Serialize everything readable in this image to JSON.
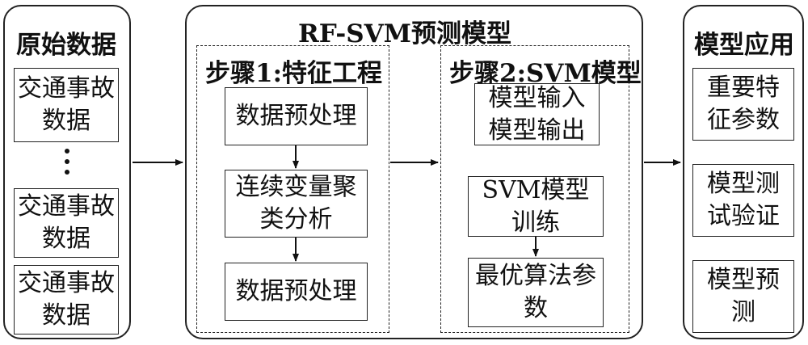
{
  "left": {
    "title": "原始数据",
    "items": [
      "交通事故数据",
      "交通事故数据",
      "交通事故数据"
    ]
  },
  "middle": {
    "title": "RF-SVM预测模型",
    "step1": {
      "title": "步骤1:特征工程",
      "boxes": [
        "数据预处理",
        "连续变量聚类分析",
        "数据预处理"
      ]
    },
    "step2": {
      "title": "步骤2:SVM模型",
      "boxes": [
        "模型输入模型输出",
        "SVM模型训练",
        "最优算法参数"
      ]
    }
  },
  "right": {
    "title": "模型应用",
    "items": [
      "重要特征参数",
      "模型测试验证",
      "模型预测"
    ]
  }
}
